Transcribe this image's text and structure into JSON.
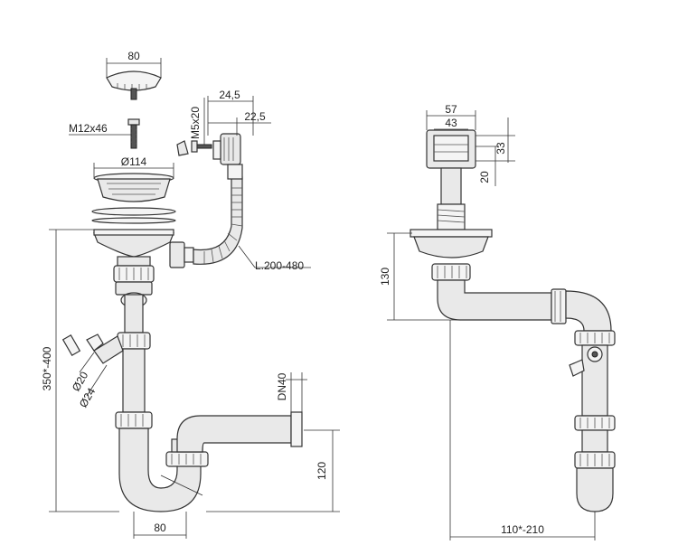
{
  "labels": {
    "strainer_diameter_top": "80",
    "screw_spec": "M12x46",
    "basket_diameter": "Ø114",
    "overflow_width_1": "24,5",
    "overflow_width_2": "22,5",
    "overflow_screw": "M5x20",
    "hose_length": "L.200-480",
    "total_height": "350*-400",
    "inlet_d20": "Ø20",
    "inlet_d24": "Ø24",
    "outlet_dn": "DN40",
    "outlet_height": "120",
    "trap_width": "80",
    "overflow_box_width": "57",
    "overflow_box_inner": "43",
    "overflow_box_height": "33",
    "overflow_box_offset": "20",
    "side_height": "130",
    "side_reach": "110*-210"
  }
}
